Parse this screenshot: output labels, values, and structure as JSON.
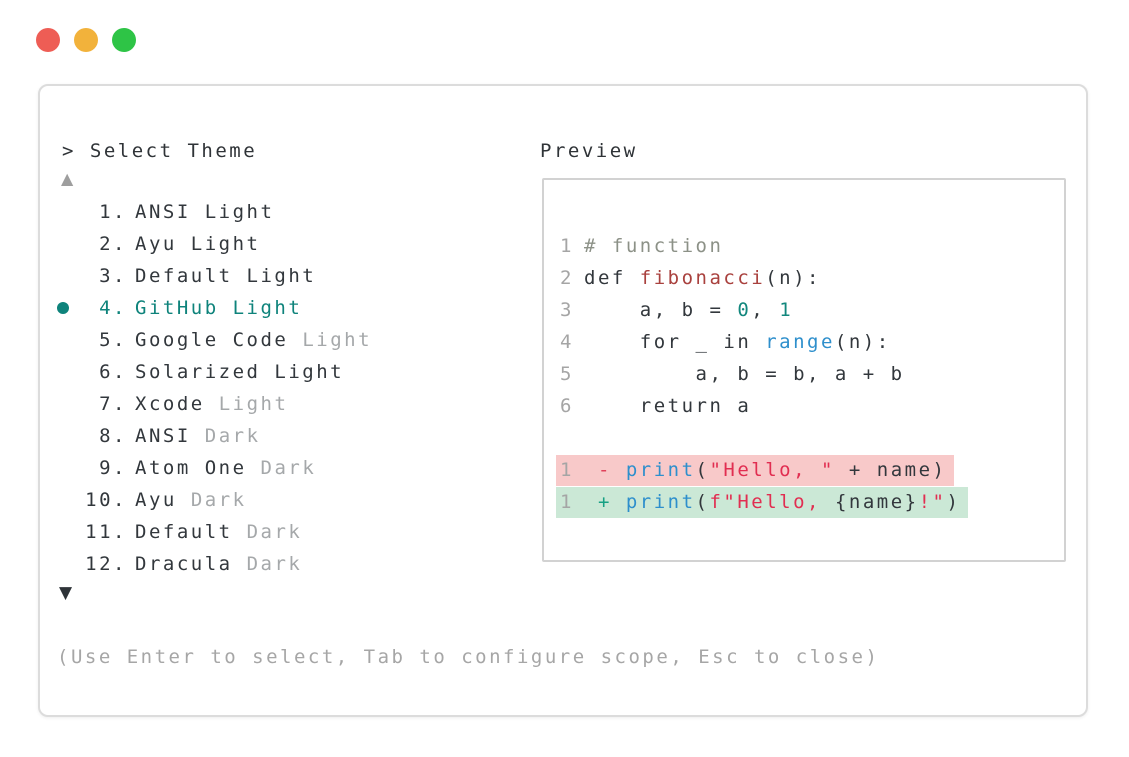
{
  "window": {
    "controls": [
      {
        "name": "close",
        "color": "#ee5d55"
      },
      {
        "name": "minimize",
        "color": "#f2b23b"
      },
      {
        "name": "zoom",
        "color": "#2ec446"
      }
    ]
  },
  "selector": {
    "prompt": "> Select Theme",
    "scroll_up_icon": "▲",
    "scroll_down_icon": "▼",
    "hint": "(Use Enter to select, Tab to configure scope, Esc to close)",
    "items": [
      {
        "num": "1.",
        "name": "ANSI Light",
        "dim": "",
        "selected": false
      },
      {
        "num": "2.",
        "name": "Ayu Light",
        "dim": "",
        "selected": false
      },
      {
        "num": "3.",
        "name": "Default Light",
        "dim": "",
        "selected": false
      },
      {
        "num": "4.",
        "name": "GitHub Light",
        "dim": "",
        "selected": true
      },
      {
        "num": "5.",
        "name": "Google Code",
        "dim": "Light",
        "selected": false
      },
      {
        "num": "6.",
        "name": "Solarized Light",
        "dim": "",
        "selected": false
      },
      {
        "num": "7.",
        "name": "Xcode",
        "dim": "Light",
        "selected": false
      },
      {
        "num": "8.",
        "name": "ANSI",
        "dim": "Dark",
        "selected": false
      },
      {
        "num": "9.",
        "name": "Atom One",
        "dim": "Dark",
        "selected": false
      },
      {
        "num": "10.",
        "name": "Ayu",
        "dim": "Dark",
        "selected": false
      },
      {
        "num": "11.",
        "name": "Default",
        "dim": "Dark",
        "selected": false
      },
      {
        "num": "12.",
        "name": "Dracula",
        "dim": "Dark",
        "selected": false
      }
    ]
  },
  "preview": {
    "title": "Preview",
    "lines": [
      {
        "type": "code",
        "tokens": [
          [
            "ln",
            "1"
          ],
          [
            "cm",
            "# function"
          ]
        ]
      },
      {
        "type": "code",
        "tokens": [
          [
            "ln",
            "2"
          ],
          [
            "plain",
            "def "
          ],
          [
            "fn",
            "fibonacci"
          ],
          [
            "plain",
            "(n):"
          ]
        ]
      },
      {
        "type": "code",
        "tokens": [
          [
            "ln",
            "3"
          ],
          [
            "plain",
            "    a, b = "
          ],
          [
            "num",
            "0"
          ],
          [
            "plain",
            ", "
          ],
          [
            "num",
            "1"
          ]
        ]
      },
      {
        "type": "code",
        "tokens": [
          [
            "ln",
            "4"
          ],
          [
            "plain",
            "    for _ in "
          ],
          [
            "blue",
            "range"
          ],
          [
            "plain",
            "(n):"
          ]
        ]
      },
      {
        "type": "code",
        "tokens": [
          [
            "ln",
            "5"
          ],
          [
            "plain",
            "        a, b = b, a + b"
          ]
        ]
      },
      {
        "type": "code",
        "tokens": [
          [
            "ln",
            "6"
          ],
          [
            "plain",
            "    return a"
          ]
        ]
      },
      {
        "type": "blank",
        "tokens": null
      },
      {
        "type": "removed",
        "tokens": [
          [
            "ln",
            "1"
          ],
          [
            "minus",
            " - "
          ],
          [
            "blue",
            "print"
          ],
          [
            "plain",
            "("
          ],
          [
            "str",
            "\"Hello, \""
          ],
          [
            "plain",
            " + name)"
          ]
        ]
      },
      {
        "type": "added",
        "tokens": [
          [
            "ln",
            "1"
          ],
          [
            "plus",
            " + "
          ],
          [
            "blue",
            "print"
          ],
          [
            "plain",
            "("
          ],
          [
            "str",
            "f\"Hello, "
          ],
          [
            "plain",
            "{name}"
          ],
          [
            "str",
            "!\""
          ],
          [
            "plain",
            ")"
          ]
        ]
      }
    ]
  },
  "colors": {
    "accent_teal": "#0e837b",
    "text_dark": "#32373c",
    "text_dim": "#a5a8aa",
    "border_window": "#dcdcdc",
    "border_pane": "#d2d2d2",
    "syntax_comment": "#8c9187",
    "syntax_function": "#a9413e",
    "syntax_number": "#12877d",
    "syntax_builtin_blue": "#2e8fcc",
    "syntax_string": "#e12e51",
    "diff_removed_bg": "#f8c9c9",
    "diff_added_bg": "#cbe8d6",
    "diff_minus": "#e0415a",
    "diff_plus": "#17a184"
  }
}
